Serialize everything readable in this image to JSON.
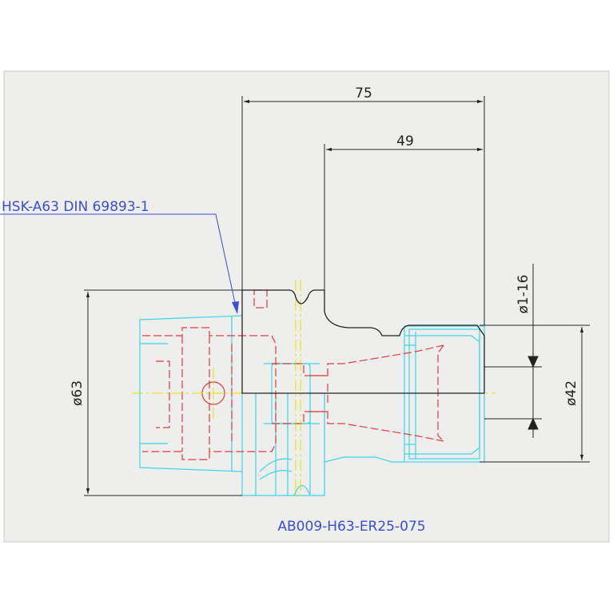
{
  "drawing": {
    "part_number": "AB009-H63-ER25-075",
    "leader_label": "HSK-A63 DIN 69893-1",
    "colors": {
      "background": "#eeeeec",
      "outline": "#222222",
      "body": "#3fd4ea",
      "hidden": "#e23b3b",
      "centerline": "#e8e000",
      "annotation": "#3a4fd0"
    },
    "dimensions": {
      "overall_length": "75",
      "nose_length": "49",
      "flange_diameter": "ø63",
      "nut_diameter": "ø42",
      "clamping_range": "ø1-16"
    }
  }
}
